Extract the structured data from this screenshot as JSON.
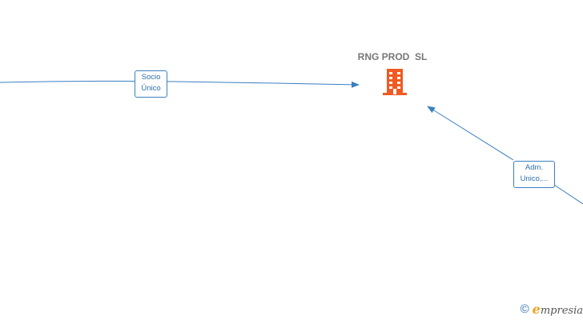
{
  "company": {
    "name": "RNG PROD  SL",
    "icon": "building-icon",
    "color": "#f05a22"
  },
  "relations": [
    {
      "id": "socio",
      "lines": [
        "Socio",
        "Único"
      ]
    },
    {
      "id": "adm",
      "lines": [
        "Adm.",
        "Unico,..."
      ]
    }
  ],
  "colors": {
    "edge": "#3a7fc1",
    "label_text": "#2f6fb0"
  },
  "watermark": {
    "symbol": "©",
    "brand_first": "e",
    "brand_rest": "mpresia"
  }
}
